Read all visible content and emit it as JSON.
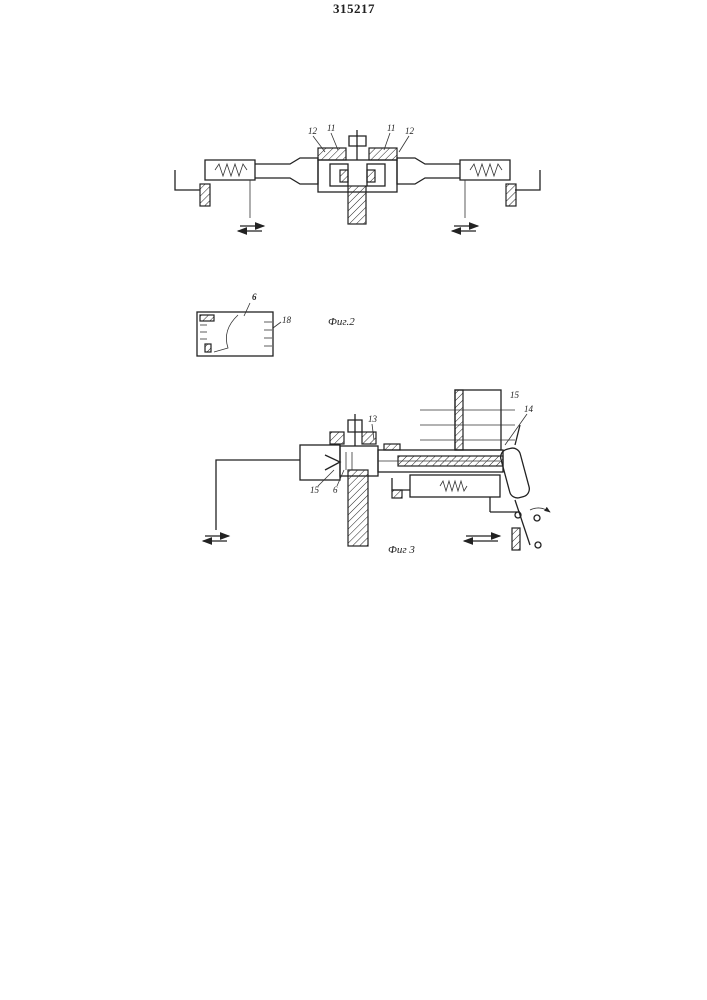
{
  "patent_number": "315217",
  "figures": [
    {
      "caption": "",
      "labels": [
        "12",
        "11",
        "11",
        "12"
      ]
    },
    {
      "caption": "Фиг.2",
      "labels": [
        "6",
        "18"
      ]
    },
    {
      "caption": "Фиг 3",
      "labels": [
        "13",
        "15",
        "14",
        "15",
        "6"
      ]
    }
  ]
}
